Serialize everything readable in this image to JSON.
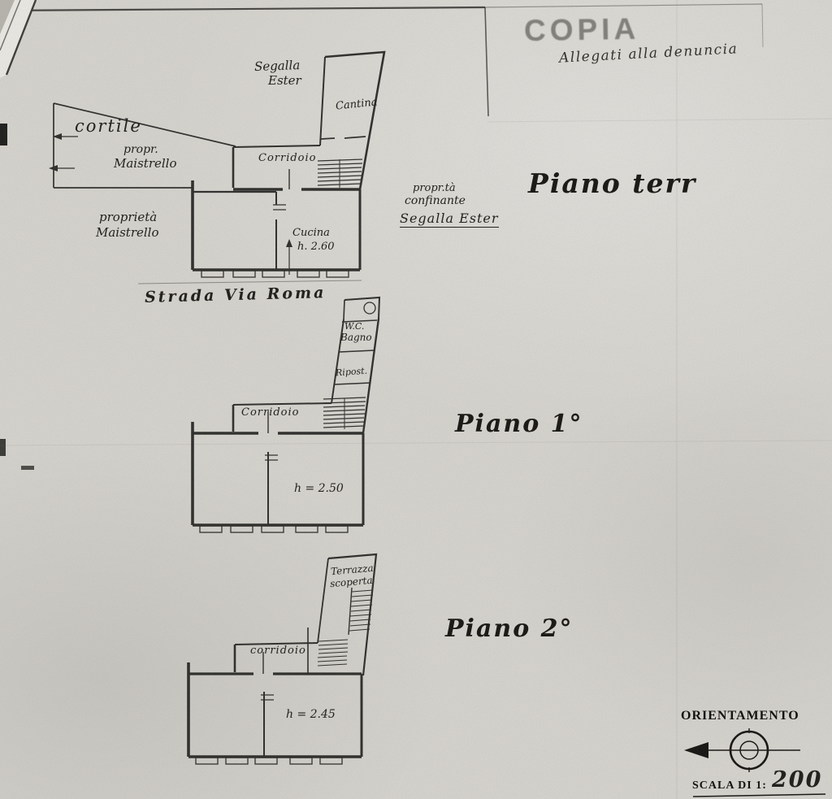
{
  "header": {
    "stamp": "COPIA",
    "handwritten_note": "Allegati alla denuncia"
  },
  "plans": [
    {
      "title": "Piano terr",
      "labels": {
        "owner_top_1": "Segalla",
        "owner_top_2": "Ester",
        "cantina": "Cantina",
        "cortile": "cortile",
        "propr_1": "propr.",
        "propr_2": "Maistrello",
        "corridoio": "Corridoio",
        "proprieta_1": "proprietà",
        "proprieta_2": "Maistrello",
        "cucina": "Cucina",
        "height": "h. 2.60",
        "confinante_1": "propr.tà",
        "confinante_2": "confinante",
        "confinante_3": "Segalla Ester",
        "street": "Strada Via Roma"
      }
    },
    {
      "title": "Piano 1°",
      "labels": {
        "wc": "W.C.",
        "bagno": "Bagno",
        "ripost": "Ripost.",
        "corridoio": "Corridoio",
        "height": "h = 2.50"
      }
    },
    {
      "title": "Piano 2°",
      "labels": {
        "terrazza_1": "Terrazza",
        "terrazza_2": "scoperta",
        "corridoio": "corridoio",
        "height": "h = 2.45"
      }
    }
  ],
  "footer": {
    "orientamento": "ORIENTAMENTO",
    "scala_label": "SCALA DI 1:",
    "scala_value": "200"
  }
}
